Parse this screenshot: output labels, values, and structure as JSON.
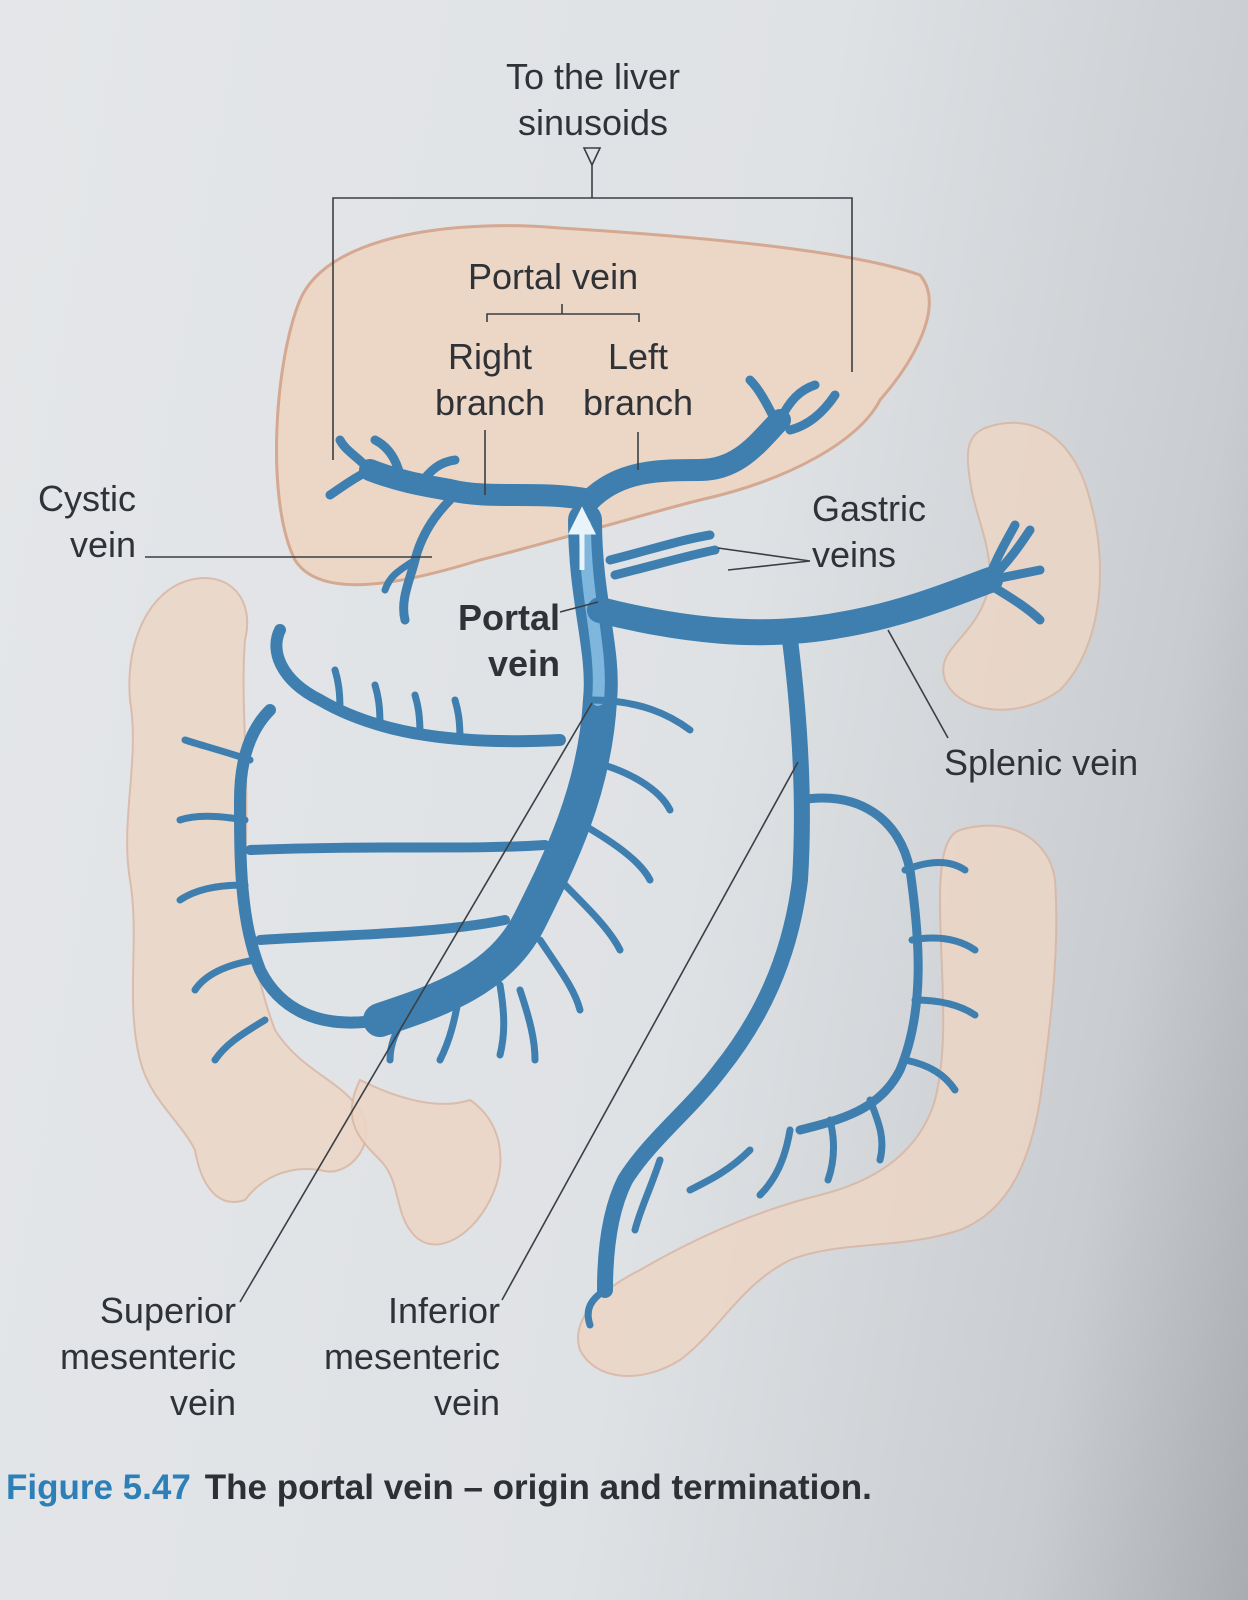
{
  "labels": {
    "liver_top_line1": "To the liver",
    "liver_top_line2": "sinusoids",
    "portal_vein_header": "Portal vein",
    "right_line1": "Right",
    "right_line2": "branch",
    "left_line1": "Left",
    "left_line2": "branch",
    "cystic_line1": "Cystic",
    "cystic_line2": "vein",
    "gastric_line1": "Gastric",
    "gastric_line2": "veins",
    "portal_center_line1": "Portal",
    "portal_center_line2": "vein",
    "splenic": "Splenic vein",
    "sup_line1": "Superior",
    "sup_line2": "mesenteric",
    "sup_line3": "vein",
    "inf_line1": "Inferior",
    "inf_line2": "mesenteric",
    "inf_line3": "vein"
  },
  "caption": {
    "figure_number": "Figure 5.47",
    "text": "The portal vein – origin and termination."
  },
  "colors": {
    "vein": "#3f7fb0",
    "vein_highlight": "#7fb6dd",
    "organ": "#ecd6c6",
    "caption_accent": "#2d7fb8"
  }
}
